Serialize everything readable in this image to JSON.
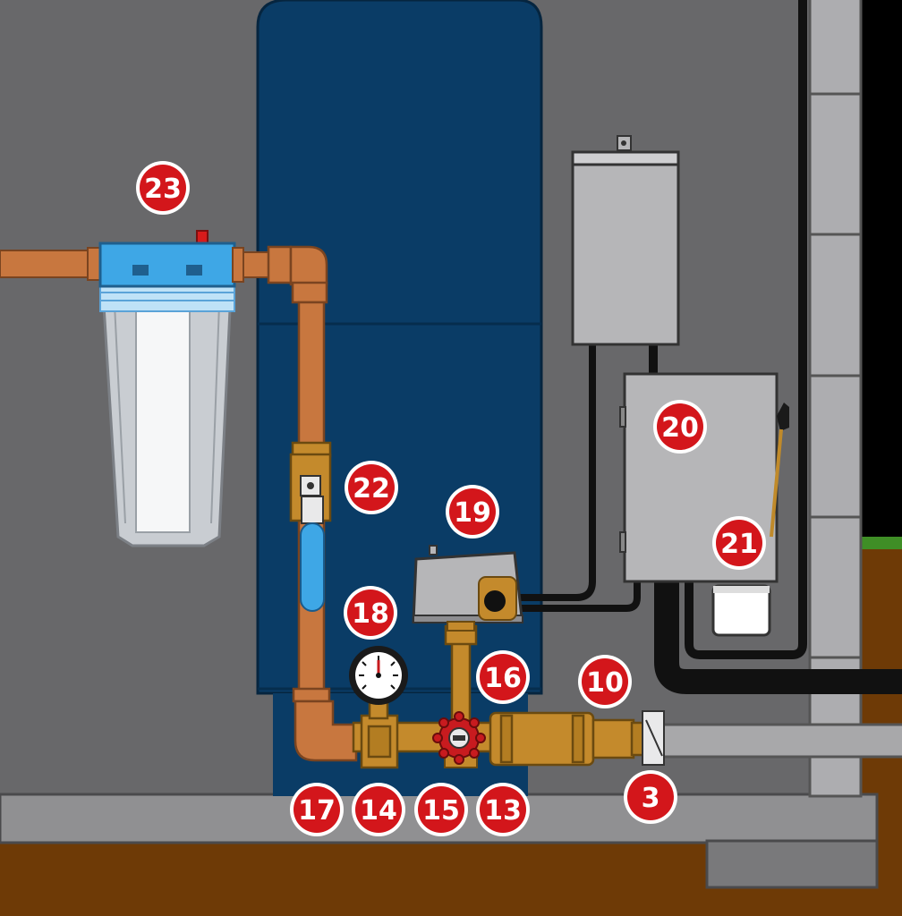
{
  "colors": {
    "wall": "#68686a",
    "tank": "#0a3c66",
    "tank_seam": "#0b3558",
    "copper": "#c8773f",
    "brass": "#c48a2c",
    "floor_slab": "#909092",
    "soil": "#6e3a06",
    "casing": "#adadb0",
    "grass": "#3f8e26",
    "badge": "#d3161b",
    "filter_cap": "#3ea7e6",
    "valve_handle": "#c81b1f",
    "enclosure": "#b6b6b8"
  },
  "icons": {
    "pressure_gauge": "gauge-icon",
    "gate_valve": "gate-valve-icon",
    "ball_valve": "ball-valve-icon"
  },
  "labels": {
    "l23": "23",
    "l22": "22",
    "l20": "20",
    "l19": "19",
    "l21": "21",
    "l18": "18",
    "l16": "16",
    "l10": "10",
    "l3": "3",
    "l17": "17",
    "l14": "14",
    "l15": "15",
    "l13": "13"
  }
}
